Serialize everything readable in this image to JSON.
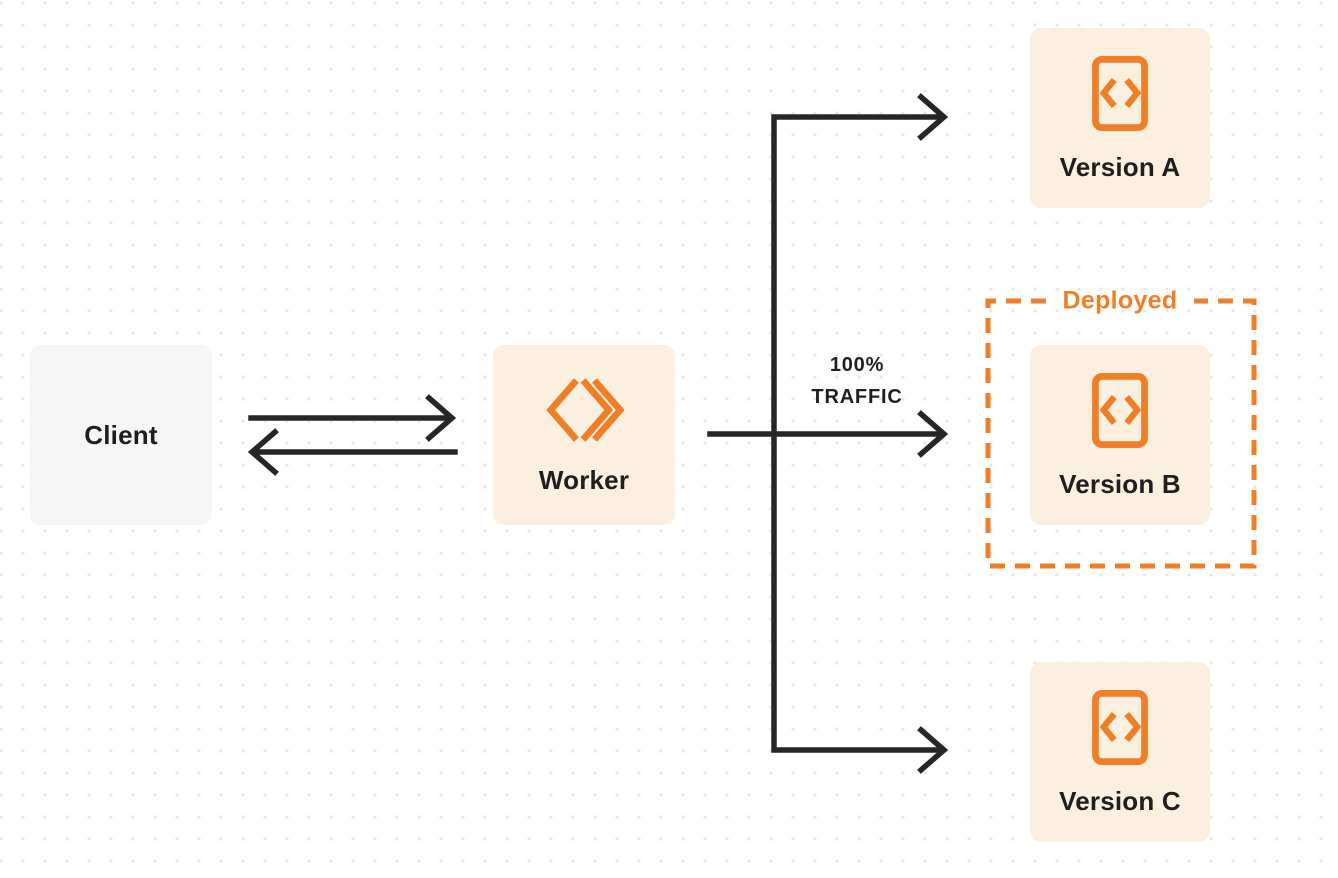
{
  "colors": {
    "accent": "#EF7E26",
    "cream": "#FBF0DF",
    "client_gray": "#F6F6F7",
    "line": "#262626",
    "text": "#1F1F1F",
    "dot": "#E5E5E8",
    "background": "#FFFFFF"
  },
  "nodes": {
    "client": {
      "label": "Client"
    },
    "worker": {
      "label": "Worker"
    },
    "version_a": {
      "label": "Version A"
    },
    "version_b": {
      "label": "Version B"
    },
    "version_c": {
      "label": "Version C"
    }
  },
  "annotations": {
    "deployed": {
      "label": "Deployed"
    },
    "traffic": {
      "line1": "100%",
      "line2": "TRAFFIC"
    }
  }
}
